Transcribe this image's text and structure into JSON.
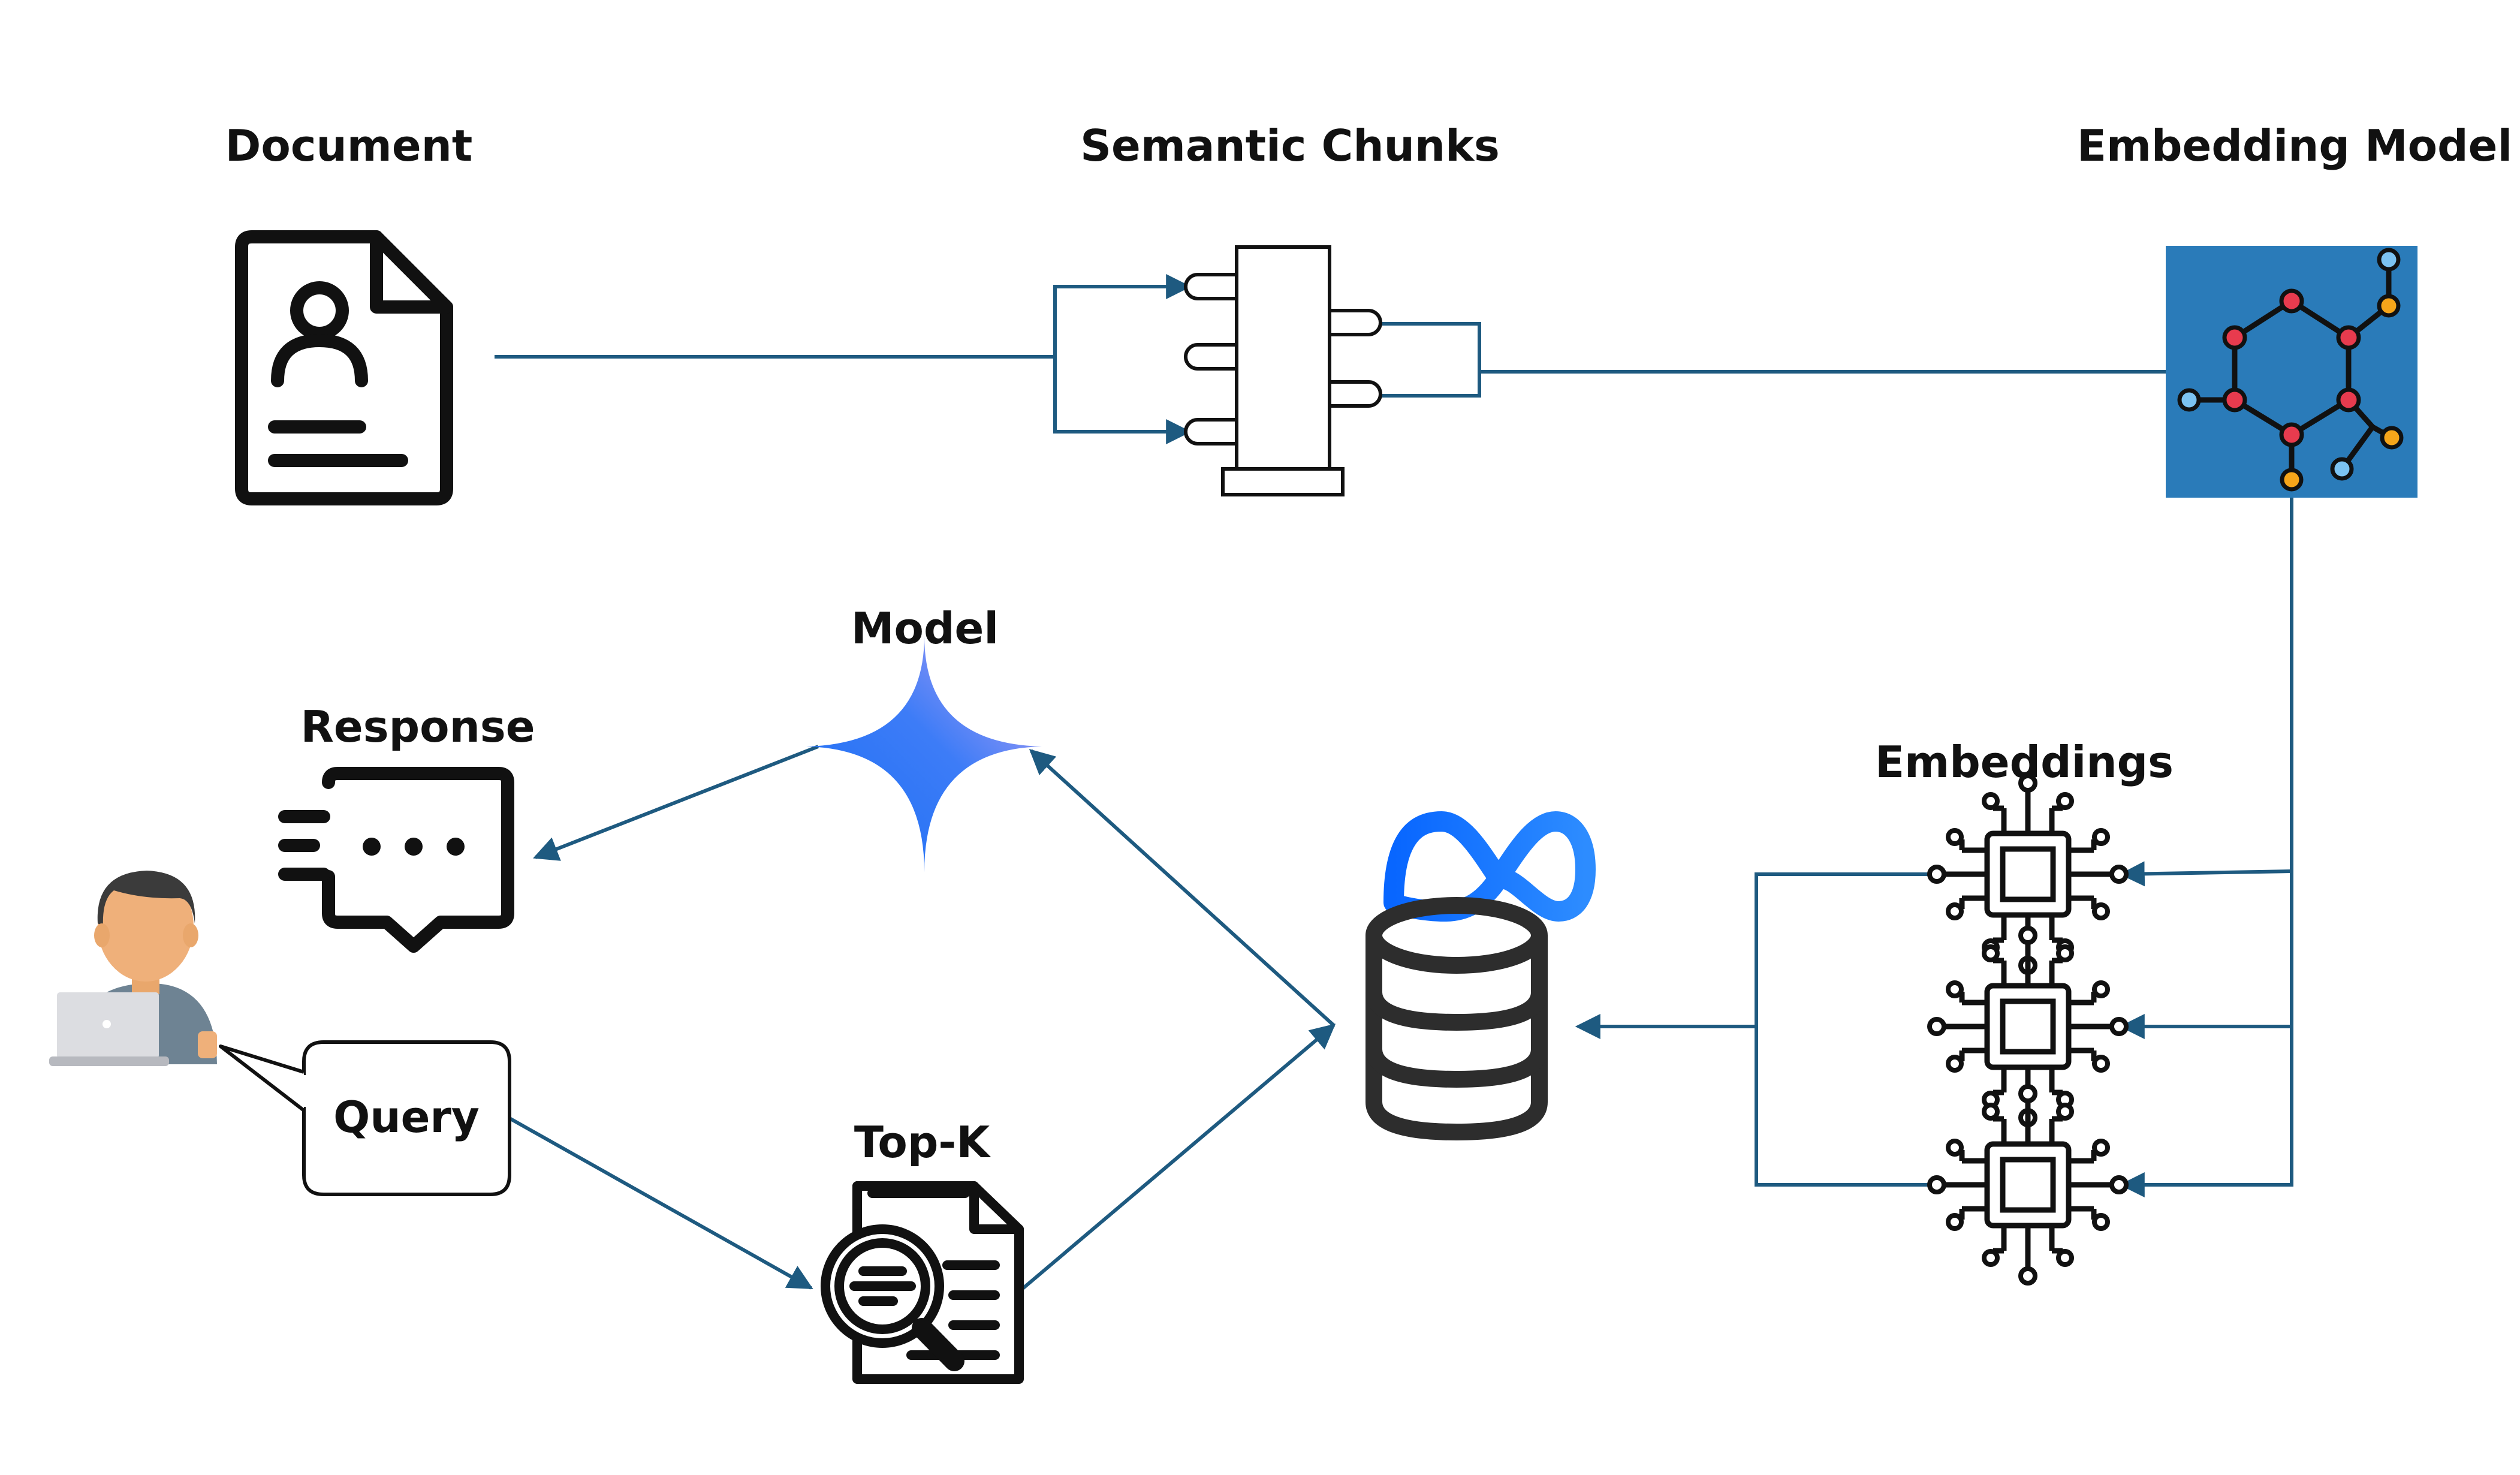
{
  "labels": {
    "document": "Document",
    "semantic_chunks": "Semantic Chunks",
    "embedding_model": "Embedding Model",
    "model": "Model",
    "response": "Response",
    "embeddings": "Embeddings",
    "query": "Query",
    "topk": "Top-K"
  },
  "icons": {
    "document": "document-user-icon",
    "chunks": "semantic-chunks-icon",
    "embedding_model": "molecule-network-icon",
    "model": "sparkle-star-icon",
    "response": "chat-typing-icon",
    "user": "user-laptop-icon",
    "vector_db": "meta-database-icon",
    "topk": "document-search-icon",
    "embedding": "chip-icon"
  },
  "colors": {
    "connector": "#1e5a80",
    "embedding_model_bg": "#2a7bb9",
    "icon_stroke": "#111111",
    "model_gradient_start": "#1a6ef5",
    "model_gradient_end": "#b89ef5",
    "meta_blue": "#1877f2"
  }
}
